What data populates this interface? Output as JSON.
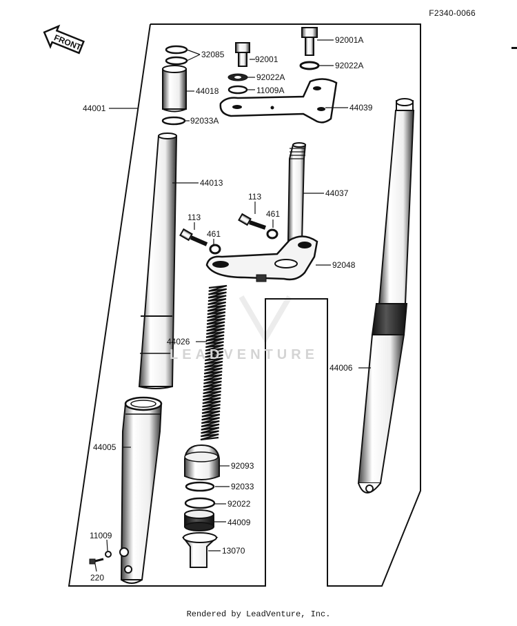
{
  "diagram_code": "F2340-0066",
  "front_label": "FRONT",
  "watermark": "LEADVENTURE",
  "footer": "Rendered by LeadVenture, Inc.",
  "colors": {
    "ink": "#111111",
    "paper": "#ffffff",
    "watermark": "#d4d4d4"
  },
  "parts": {
    "p32085": "32085",
    "p92001": "92001",
    "p92001A": "92001A",
    "p92022A_left": "92022A",
    "p92022A_right": "92022A",
    "p11009A": "11009A",
    "p44018": "44018",
    "p44039": "44039",
    "p44001": "44001",
    "p92033A": "92033A",
    "p44013": "44013",
    "p44037": "44037",
    "p113_a": "113",
    "p461_a": "461",
    "p113_b": "113",
    "p461_b": "461",
    "p92048": "92048",
    "p44026": "44026",
    "p44006": "44006",
    "p44005": "44005",
    "p92093": "92093",
    "p92033": "92033",
    "p92022": "92022",
    "p44009": "44009",
    "p11009": "11009",
    "p13070": "13070",
    "p220": "220"
  }
}
